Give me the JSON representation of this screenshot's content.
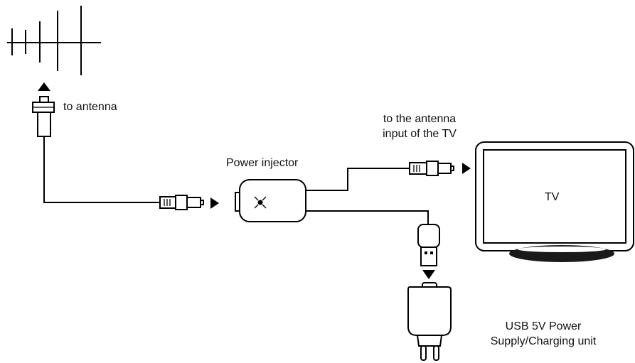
{
  "labels": {
    "to_antenna": "to antenna",
    "tv_input_line1": "to the antenna",
    "tv_input_line2": "input of the TV",
    "power_injector": "Power injector",
    "tv": "TV",
    "psu_line1": "USB 5V Power",
    "psu_line2": "Supply/Charging unit"
  },
  "colors": {
    "stroke": "#000000",
    "background": "#ffffff",
    "tv_stand": "#1a1a1a"
  }
}
